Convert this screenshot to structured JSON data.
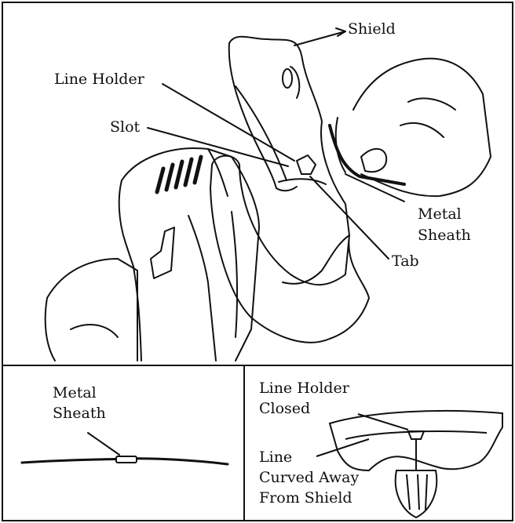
{
  "main_figure": {
    "labels": {
      "shield": "Shield",
      "line_holder": "Line Holder",
      "slot": "Slot",
      "metal_sheath": [
        "Metal",
        "Sheath"
      ],
      "tab": "Tab"
    }
  },
  "inset_left": {
    "labels": {
      "metal_sheath": [
        "Metal",
        "Sheath"
      ]
    }
  },
  "inset_right": {
    "labels": {
      "line_holder_closed": [
        "Line Holder",
        "Closed"
      ],
      "line_curved": [
        "Line",
        "Curved Away",
        "From Shield"
      ]
    }
  },
  "colors": {
    "ink": "#111111",
    "paper": "#ffffff"
  }
}
